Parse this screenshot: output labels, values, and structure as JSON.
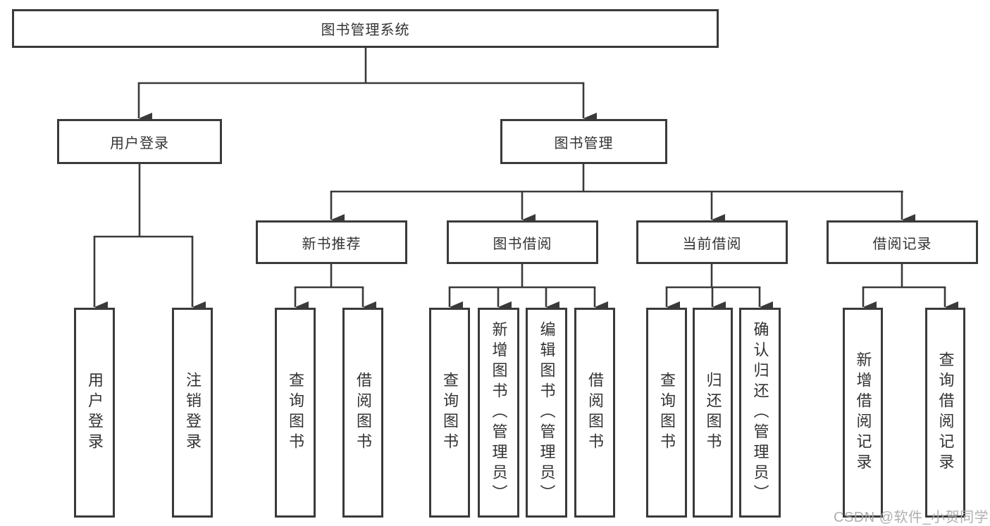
{
  "title": "图书管理系统",
  "tree": {
    "label": "图书管理系统",
    "children": [
      {
        "label": "用户登录",
        "children": [
          {
            "label": "用户登录"
          },
          {
            "label": "注销登录"
          }
        ]
      },
      {
        "label": "图书管理",
        "children": [
          {
            "label": "新书推荐",
            "children": [
              {
                "label": "查询图书"
              },
              {
                "label": "借阅图书"
              }
            ]
          },
          {
            "label": "图书借阅",
            "children": [
              {
                "label": "查询图书"
              },
              {
                "label": "新增图书（管理员）"
              },
              {
                "label": "编辑图书（管理员）"
              },
              {
                "label": "借阅图书"
              }
            ]
          },
          {
            "label": "当前借阅",
            "children": [
              {
                "label": "查询图书"
              },
              {
                "label": "归还图书"
              },
              {
                "label": "确认归还（管理员）"
              }
            ]
          },
          {
            "label": "借阅记录",
            "children": [
              {
                "label": "新增借阅记录"
              },
              {
                "label": "查询借阅记录"
              }
            ]
          }
        ]
      }
    ]
  },
  "watermark": {
    "text": "CSDN @软件_小贺同学"
  },
  "colors": {
    "line": "#3a3a3a",
    "text": "#333333",
    "background": "#ffffff",
    "watermark": "#a9a9a9"
  }
}
